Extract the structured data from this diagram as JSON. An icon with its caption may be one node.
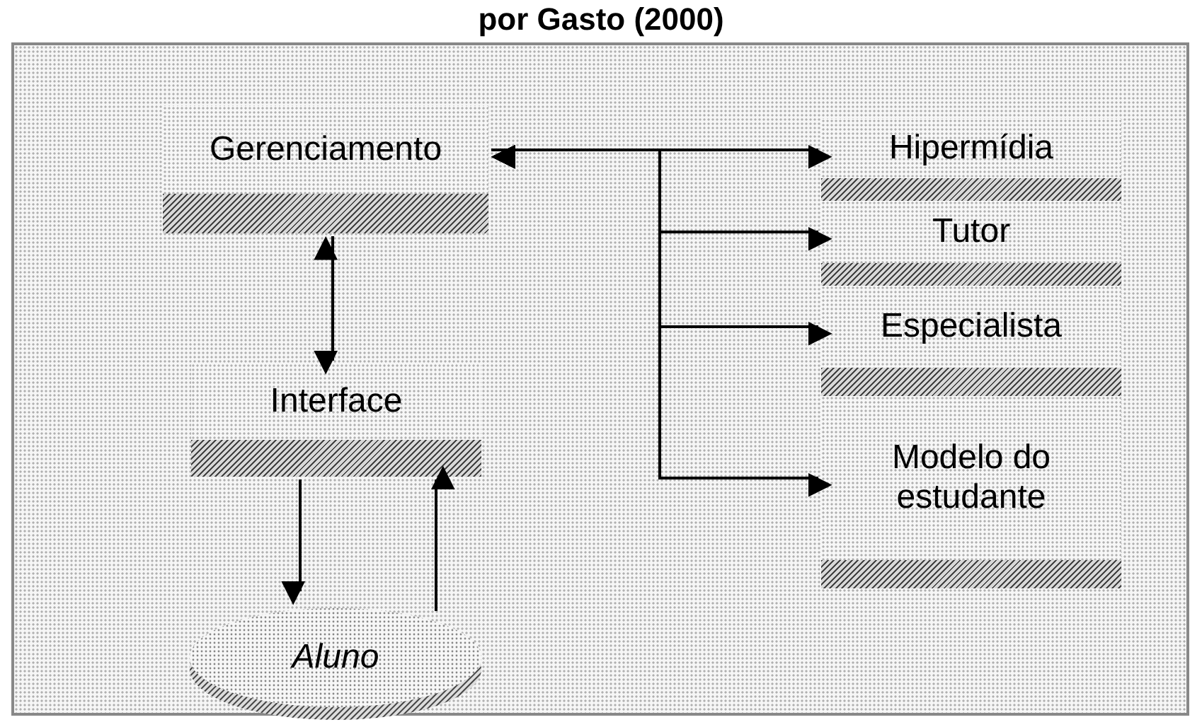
{
  "diagram": {
    "title": "por Gasto (2000)",
    "nodes": [
      {
        "text": [
          "Gerenciamento"
        ]
      },
      {
        "text": [
          "Interface"
        ]
      },
      {
        "text": [
          "Aluno"
        ]
      },
      {
        "text": [
          "Hipermídia"
        ]
      },
      {
        "text": [
          "Tutor"
        ]
      },
      {
        "text": [
          "Especialista"
        ]
      },
      {
        "text": [
          "Modelo do estudante"
        ]
      }
    ],
    "edges": [
      {
        "from": 0,
        "to": 3,
        "arrow": "both"
      },
      {
        "from": 0,
        "to": 4,
        "arrow": "both"
      },
      {
        "from": 0,
        "to": 5,
        "arrow": "both"
      },
      {
        "from": 0,
        "to": 6,
        "arrow": "both"
      },
      {
        "from": 0,
        "to": 1,
        "arrow": "both"
      },
      {
        "from": 1,
        "to": 2,
        "arrow": "to"
      },
      {
        "from": 2,
        "to": 1,
        "arrow": "to"
      }
    ]
  }
}
